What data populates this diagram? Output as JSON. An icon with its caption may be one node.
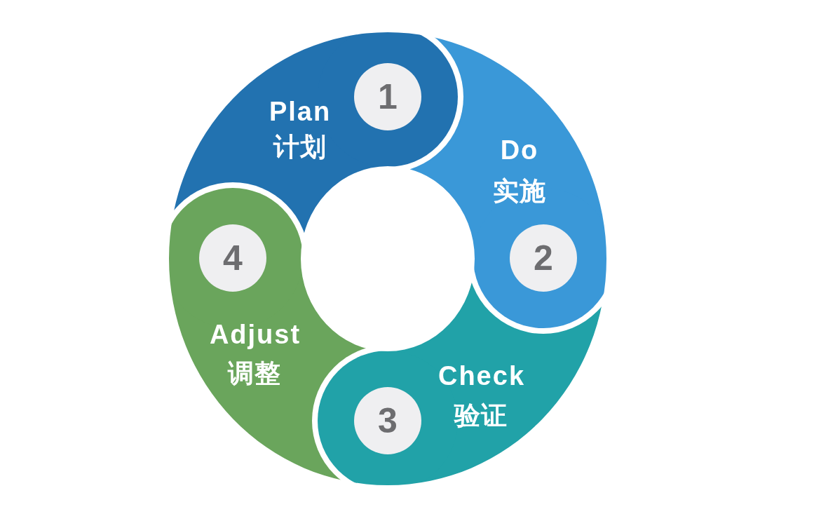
{
  "diagram": {
    "nodes": [
      {
        "text": [
          "Plan",
          "计划"
        ]
      },
      {
        "text": [
          "1"
        ]
      },
      {
        "text": [
          "Do",
          "实施"
        ]
      },
      {
        "text": [
          "2"
        ]
      },
      {
        "text": [
          "Check",
          "验证"
        ]
      },
      {
        "text": [
          "3"
        ]
      },
      {
        "text": [
          "Adjust",
          "调整"
        ]
      },
      {
        "text": [
          "4"
        ]
      }
    ]
  }
}
